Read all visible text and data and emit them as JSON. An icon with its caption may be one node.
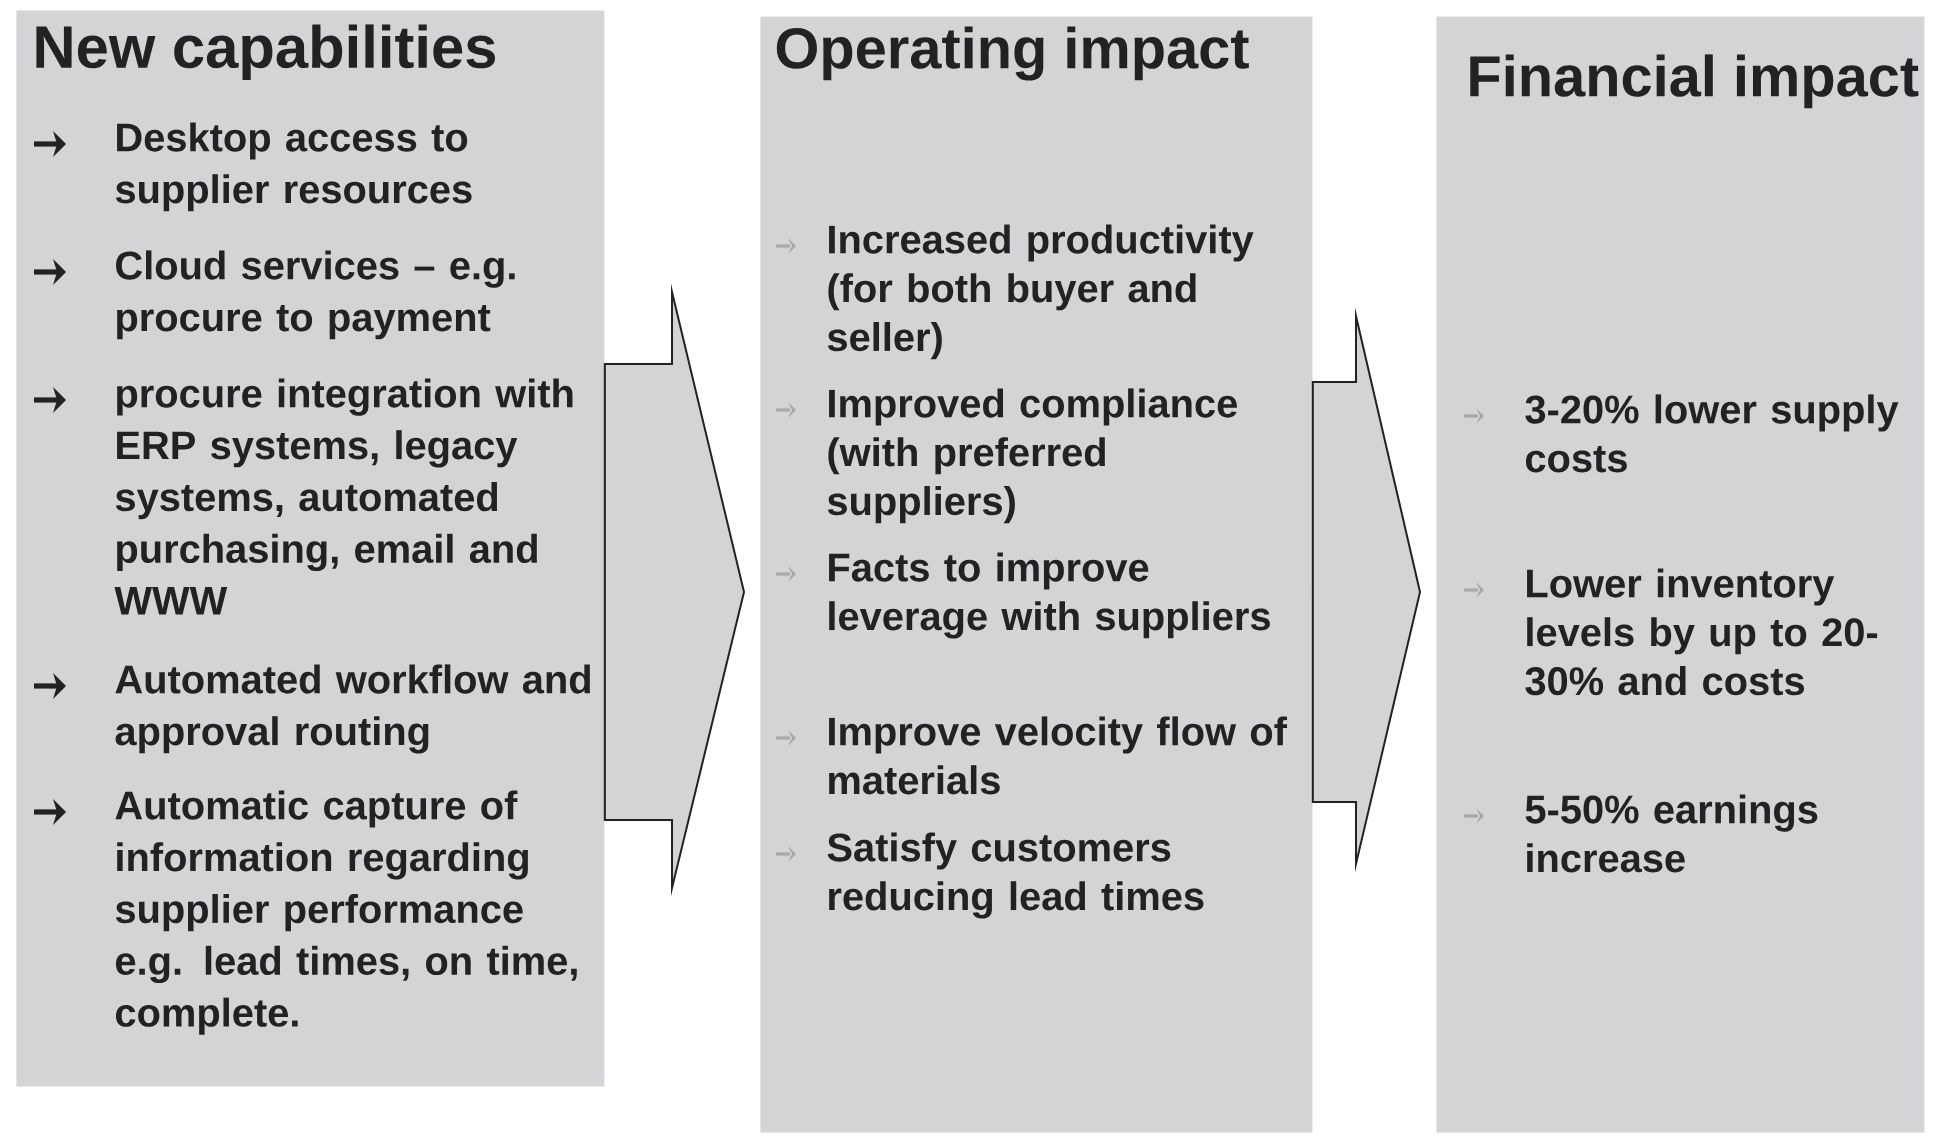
{
  "diagram": {
    "nodes": [
      {
        "text": [
          "New capabilities",
          "Desktop access to supplier resources",
          "Cloud services – e.g. procure to payment",
          "procure integration with ERP systems, legacy systems, automated purchasing, email and WWW",
          "Automated workflow and approval routing",
          "Automatic capture of information regarding supplier performance e.g. lead times, on time, complete."
        ]
      },
      {
        "text": [
          "Operating impact",
          "Increased productivity (for both buyer and seller)",
          "Improved compliance (with preferred suppliers)",
          "Facts to improve leverage with suppliers",
          "Improve velocity flow of materials",
          "Satisfy customers reducing lead times"
        ]
      },
      {
        "text": [
          "Financial impact",
          "3-20% lower supply costs",
          "Lower inventory levels by up to 20-30% and costs",
          "5-50% earnings increase"
        ]
      }
    ],
    "edges": [
      {
        "from": 0,
        "to": 1,
        "arrow": "to"
      },
      {
        "from": 1,
        "to": 2,
        "arrow": "to"
      }
    ]
  }
}
